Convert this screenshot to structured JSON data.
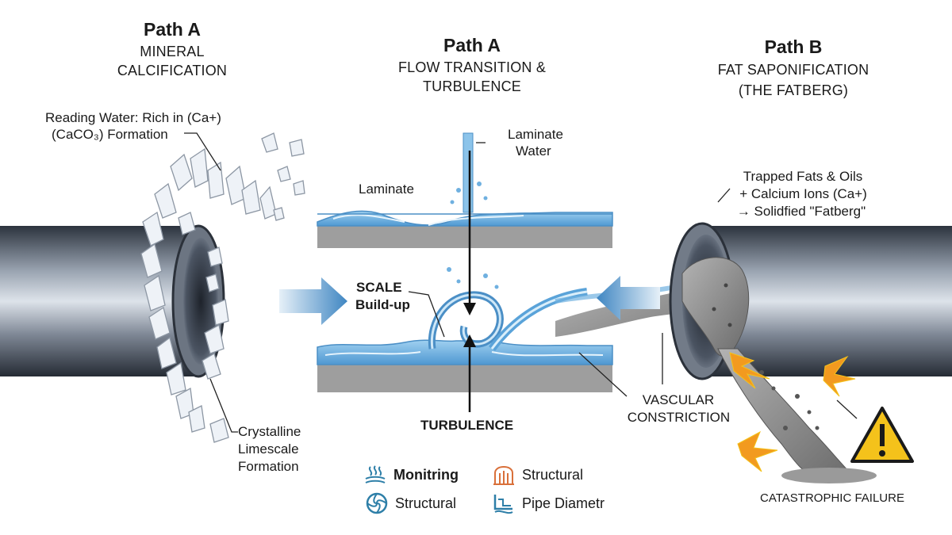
{
  "headers": {
    "left": {
      "title": "Path A",
      "line1": "MINERAL",
      "line2": "CALCIFICATION"
    },
    "center": {
      "title": "Path A",
      "line1": "FLOW TRANSITION &",
      "line2": "TURBULENCE"
    },
    "right": {
      "title": "Path B",
      "line1": "FAT SAPONIFICATION",
      "line2": "(THE FATBERG)"
    }
  },
  "labels": {
    "reading_water_1": "Reading Water: Rich in (Ca+)",
    "reading_water_2": "(CaCO₃) Formation",
    "crystalline_1": "Crystalline",
    "crystalline_2": "Limescale",
    "crystalline_3": "Formation",
    "laminate_top_1": "Laminate",
    "laminate_top_2": "Water",
    "laminate_left": "Laminate",
    "scale_1": "SCALE",
    "scale_2": "Build-up",
    "turbulence": "TURBULENCE",
    "trapped_1": "Trapped Fats & Oils",
    "trapped_2": "+ Calcium Ions (Ca+)",
    "trapped_3": "→ Solidfied \"Fatberg\"",
    "vascular_1": "VASCULAR",
    "vascular_2": "CONSTRICTION",
    "catastrophic": "CATASTROPHIC FAILURE"
  },
  "legend": {
    "item1": "Monitring",
    "item2": "Structural",
    "item3": "Structural",
    "item4": "Pipe Diametr"
  },
  "colors": {
    "pipe_dark": "#3a4250",
    "pipe_light": "#c9d0da",
    "water": "#5aa3d9",
    "water_light": "#bfe0f5",
    "arrow_blue": "#4f8fc4",
    "fat_grey": "#8a8a8a",
    "spark": "#f29a1f",
    "warning": "#f4c21b",
    "legend_orange": "#d9703a",
    "legend_teal": "#2e7fa8"
  }
}
